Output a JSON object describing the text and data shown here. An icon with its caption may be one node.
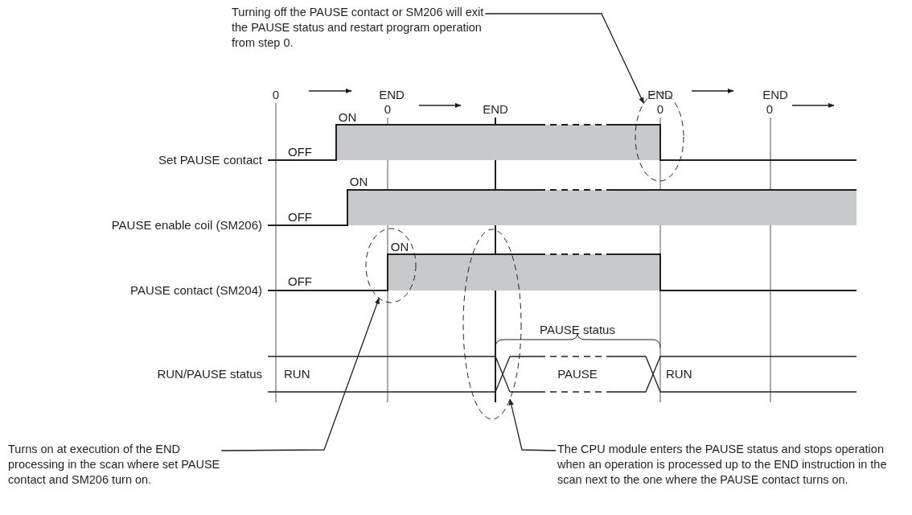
{
  "diagram": {
    "nodes": [
      {
        "text": [
          "Turning off the PAUSE contact or SM206 will exit the PAUSE status and restart program operation from step 0."
        ]
      },
      {
        "text": [],
        "shape": "ellipse"
      },
      {
        "text": [],
        "shape": "ellipse"
      },
      {
        "text": [],
        "shape": "ellipse"
      },
      {
        "text": [
          "Turns on at execution of the END processing in the scan where set PAUSE contact and SM206 turn on."
        ]
      },
      {
        "text": [
          "The CPU module enters the PAUSE status and stops operation when an operation is processed up to the END instruction in the scan next to the one where the PAUSE contact turns on."
        ]
      }
    ],
    "edges": [
      {
        "from": 0,
        "to": 1,
        "arrow": "to"
      },
      {
        "from": 4,
        "to": 2,
        "arrow": "to"
      },
      {
        "from": 5,
        "to": 3,
        "arrow": "to"
      }
    ],
    "labels": [
      "0",
      "END",
      "END",
      "END",
      "0",
      "END",
      "0",
      "0",
      "ON",
      "OFF",
      "Set PAUSE contact",
      "ON",
      "OFF",
      "PAUSE enable coil (SM206)",
      "ON",
      "OFF",
      "PAUSE contact (SM204)",
      "PAUSE status",
      "RUN/PAUSE status",
      "RUN",
      "PAUSE",
      "RUN"
    ]
  }
}
